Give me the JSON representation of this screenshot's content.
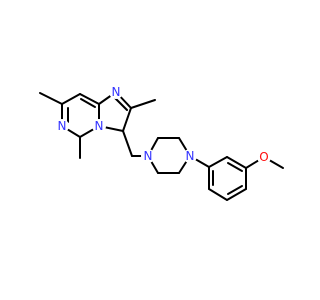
{
  "molecule": {
    "atom_labels": {
      "n_pyrimidine": "N",
      "n_imidazole": "N",
      "n_bridgehead": "N",
      "n_piperazine_1": "N",
      "n_piperazine_4": "N",
      "o_methoxy": "O"
    },
    "colors": {
      "nitrogen": "#3333ff",
      "oxygen": "#ff0d0d",
      "bond": "#000000"
    }
  }
}
